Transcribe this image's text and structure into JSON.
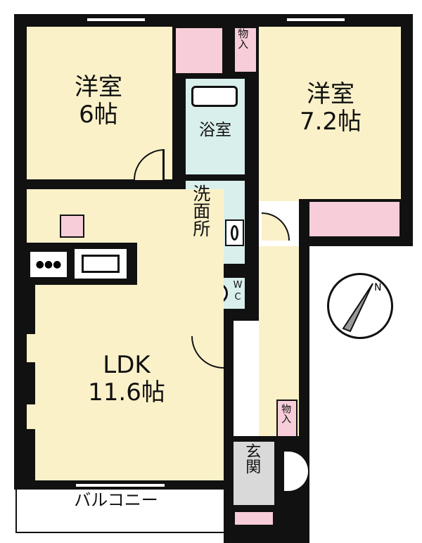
{
  "rooms": {
    "western_room_1": {
      "name": "洋室",
      "size": "6帖"
    },
    "western_room_2": {
      "name": "洋室",
      "size": "7.2帖"
    },
    "bathroom": {
      "name": "浴室"
    },
    "washroom": {
      "name": "洗面所"
    },
    "toilet": {
      "name": "WC"
    },
    "ldk": {
      "name": "LDK",
      "size": "11.6帖"
    },
    "storage_top": {
      "name": "物入"
    },
    "storage_hall": {
      "name": "物入"
    },
    "entrance": {
      "name": "玄関"
    },
    "balcony": {
      "name": "バルコニー"
    }
  },
  "colors": {
    "room": "#fbf1c9",
    "wet": "#d8efec",
    "storage": "#f6cdd8",
    "entrance": "#d9d9d9",
    "wall": "#111111"
  }
}
